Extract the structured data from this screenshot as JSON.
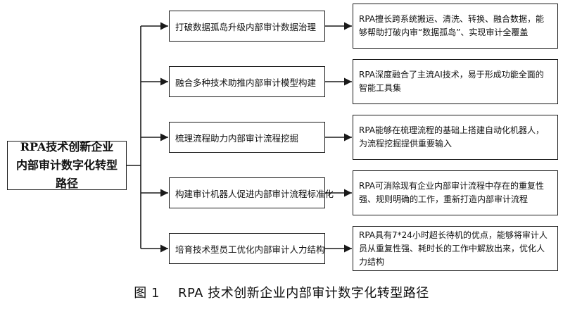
{
  "root": "RPA技术创新企业内部审计数字化转型路径",
  "branches": [
    {
      "path": "打破数据孤岛升级内部审计数据治理",
      "detail": "RPA擅长跨系统搬运、清洗、转换、融合数据，能够帮助打破内审“数据孤岛”、实现审计全覆盖"
    },
    {
      "path": "融合多种技术助推内部审计模型构建",
      "detail": "RPA深度融合了主流AI技术，易于形成功能全面的智能工具集"
    },
    {
      "path": "梳理流程助力内部审计流程挖掘",
      "detail": "RPA能够在梳理流程的基础上搭建自动化机器人，为流程挖掘提供重要输入"
    },
    {
      "path": "构建审计机器人促进内部审计流程标准化",
      "detail": "RPA可消除现有企业内部审计流程中存在的重复性强、规则明确的工作，重新打造内部审计流程"
    },
    {
      "path": "培育技术型员工优化内部审计人力结构",
      "detail": "RPA具有7*24小时超长待机的优点，能够将审计人员从重复性强、耗时长的工作中解放出来，优化人力结构"
    }
  ],
  "caption": {
    "label": "图 1",
    "title": "RPA 技术创新企业内部审计数字化转型路径"
  },
  "colors": {
    "line": "#1a1a1a",
    "text": "#111111",
    "background": "#ffffff"
  }
}
